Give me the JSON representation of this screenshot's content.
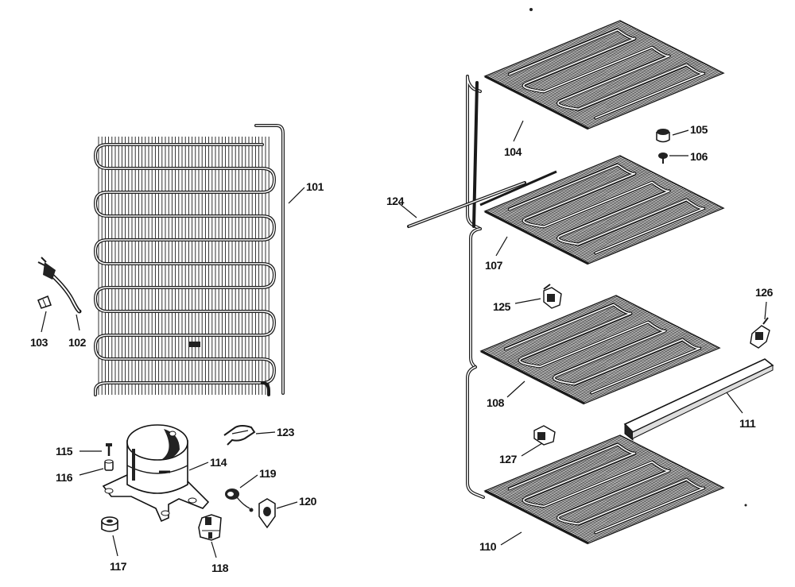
{
  "diagram": {
    "parts": {
      "p101": "101",
      "p102": "102",
      "p103": "103",
      "p104": "104",
      "p105": "105",
      "p106": "106",
      "p107": "107",
      "p108": "108",
      "p110": "110",
      "p111": "111",
      "p114": "114",
      "p115": "115",
      "p116": "116",
      "p117": "117",
      "p118": "118",
      "p119": "119",
      "p120": "120",
      "p123": "123",
      "p124": "124",
      "p125": "125",
      "p126": "126",
      "p127": "127"
    }
  }
}
